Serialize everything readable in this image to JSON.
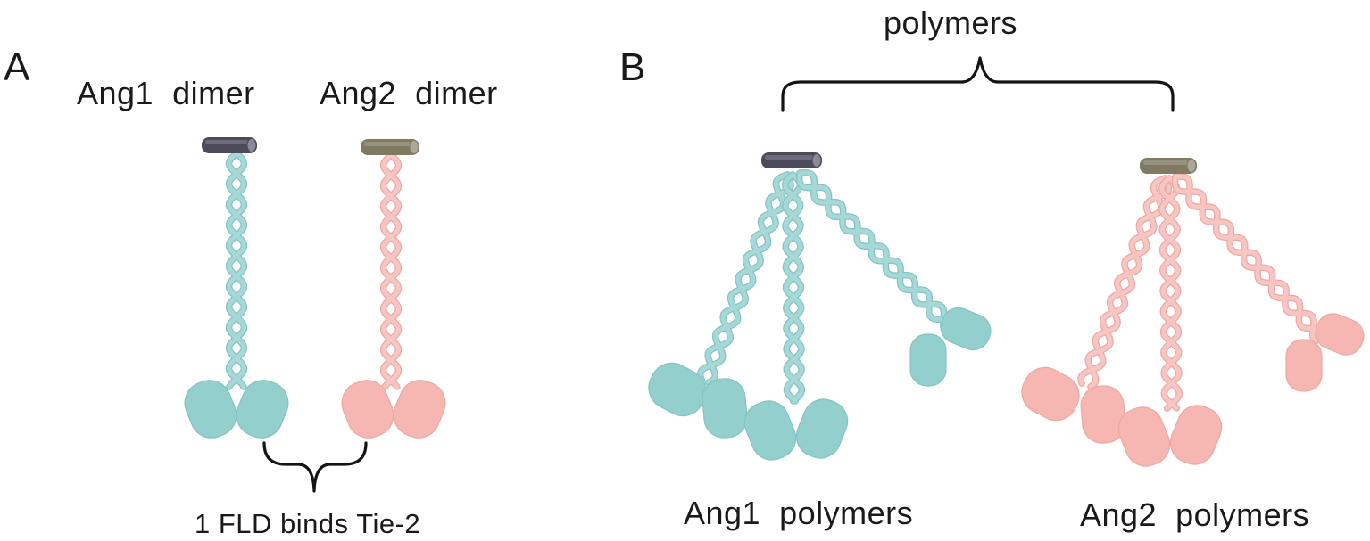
{
  "panel_a": {
    "letter": "A",
    "ang1_label": "Ang1  dimer",
    "ang2_label": "Ang2  dimer",
    "brace_caption": "1 FLD binds Tie-2"
  },
  "panel_b": {
    "letter": "B",
    "top_label": "polymers",
    "ang1_label": "Ang1  polymers",
    "ang2_label": "Ang2  polymers"
  },
  "colors": {
    "ang1_strand": "#a6d8d7",
    "ang1_strand_dark": "#85c4c3",
    "ang1_domain": "#92cfcd",
    "ang1_rod": "#4d4a5c",
    "ang2_strand": "#f8c6c2",
    "ang2_strand_dark": "#eba9a4",
    "ang2_domain": "#f6b6b1",
    "ang2_rod": "#807a62"
  },
  "icons": {
    "coiled_coil": "twisted-strand-icon",
    "fibrinogen_like_domain": "rounded-oblong-icon",
    "sushi_domain": "rod-icon"
  }
}
